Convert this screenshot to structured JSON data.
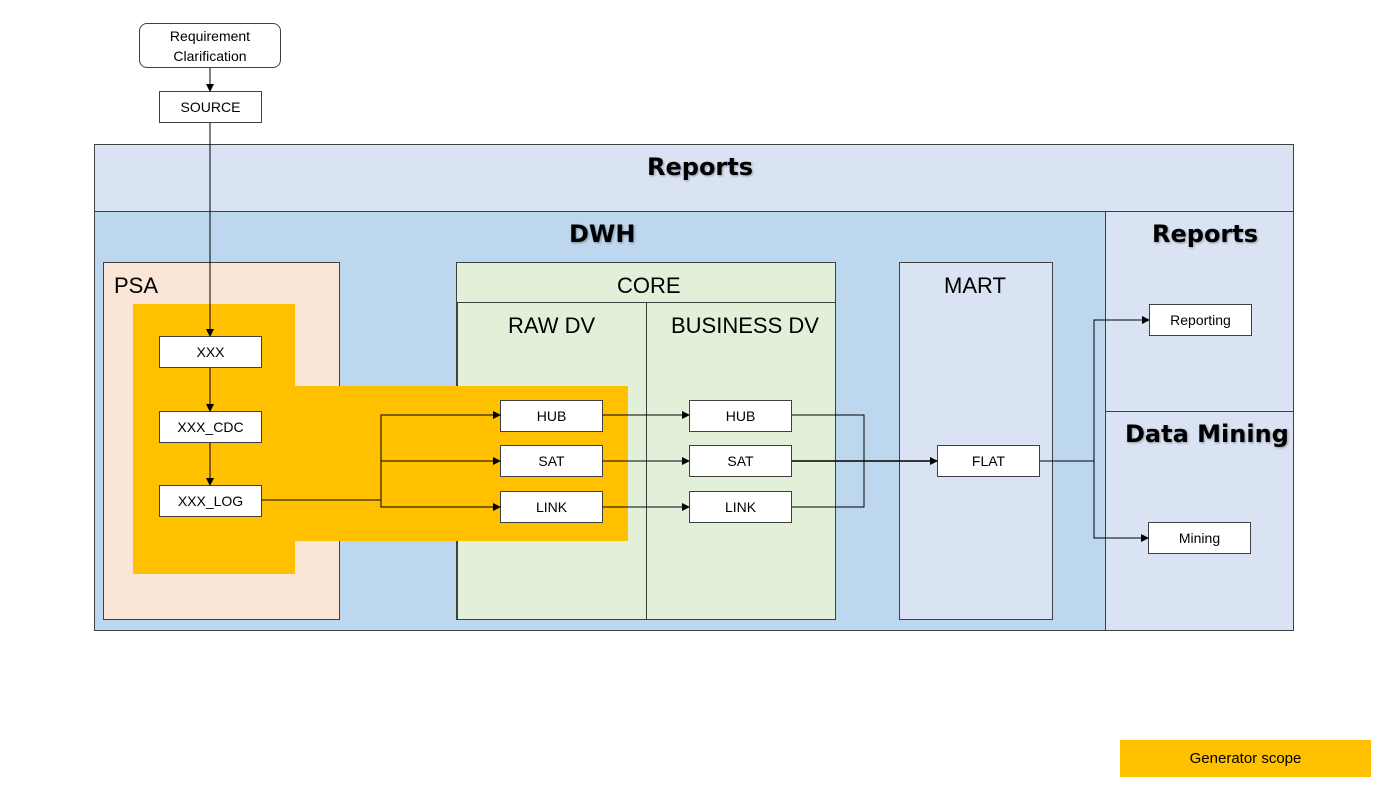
{
  "top": {
    "requirement": "Requirement Clarification",
    "source": "SOURCE"
  },
  "reports_banner": {
    "title": "Reports"
  },
  "dwh": {
    "title": "DWH",
    "psa": {
      "title": "PSA",
      "nodes": [
        "XXX",
        "XXX_CDC",
        "XXX_LOG"
      ]
    },
    "core": {
      "title": "CORE",
      "raw_dv": {
        "title": "RAW DV",
        "nodes": [
          "HUB",
          "SAT",
          "LINK"
        ]
      },
      "business_dv": {
        "title": "BUSINESS DV",
        "nodes": [
          "HUB",
          "SAT",
          "LINK"
        ]
      }
    },
    "mart": {
      "title": "MART",
      "node": "FLAT"
    }
  },
  "right": {
    "reports": {
      "title": "Reports",
      "node": "Reporting"
    },
    "mining": {
      "title": "Data Mining",
      "node": "Mining"
    }
  },
  "legend": {
    "generator_scope": "Generator scope"
  },
  "colors": {
    "generator_scope": "#FFC000",
    "reports_banner": "#DAE3F3",
    "dwh": "#BDD7EE",
    "psa": "#FBE5D6",
    "core": "#E2F0D9",
    "mart": "#DAE3F3",
    "right_panel": "#DAE3F3"
  }
}
